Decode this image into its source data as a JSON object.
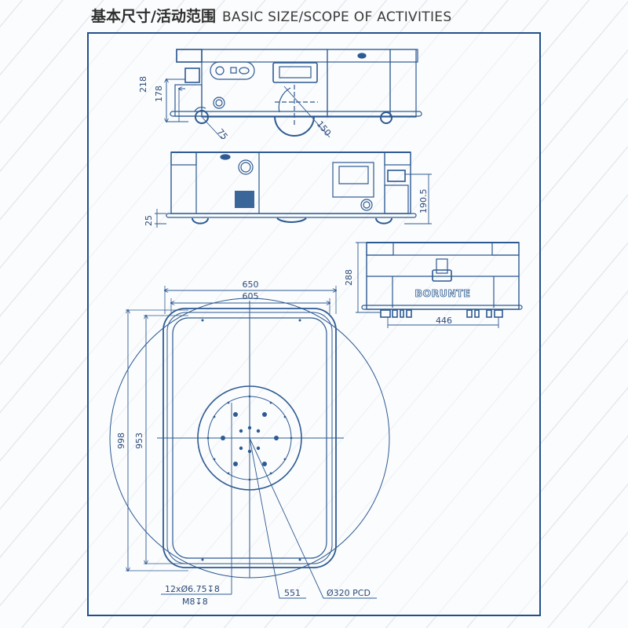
{
  "header": {
    "title_cn": "基本尺寸/活动范围",
    "title_en": "BASIC SIZE/SCOPE OF ACTIVITIES"
  },
  "colors": {
    "line": "#2d5a92",
    "frame": "#24508a",
    "text": "#2a4a78",
    "title": "#2e2e2e"
  },
  "side_view_top": {
    "dimensions": {
      "overall_height": "218",
      "height_to_deck": "178",
      "wheel_radius": "75",
      "drive_wheel_radius": "150"
    }
  },
  "side_view_bottom": {
    "dimensions": {
      "ground_clearance": "25",
      "lidar_height": "190.5"
    }
  },
  "front_view": {
    "brand_label": "BORUNTE",
    "dimensions": {
      "height": "288",
      "wheel_track": "446"
    }
  },
  "plan_view": {
    "dimensions": {
      "overall_width": "650",
      "body_width": "605",
      "overall_length": "998",
      "body_length": "953",
      "swing_diameter": "551",
      "pcd": "Ø320 PCD",
      "holes_line1": "12xØ6.75↧8",
      "holes_line2": "M8↧8"
    }
  }
}
